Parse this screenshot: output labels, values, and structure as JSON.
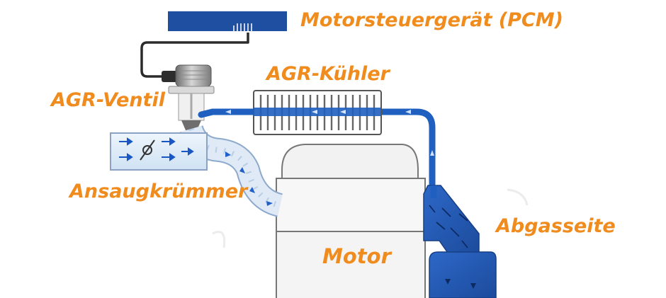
{
  "labels": {
    "pcm": "Motorsteuergerät (PCM)",
    "egr_cooler": "AGR-Kühler",
    "egr_valve": "AGR-Ventil",
    "intake_manifold": "Ansaugkrümmer",
    "exhaust_side": "Abgasseite",
    "engine": "Motor"
  },
  "colors": {
    "label": "#f08c1e",
    "pcm_blue": "#1e4fa0",
    "pipe_blue": "#1f5fbf",
    "arrow_blue": "#1a56c4",
    "engine_fill": "#f2f2f2",
    "engine_stroke": "#777777"
  }
}
